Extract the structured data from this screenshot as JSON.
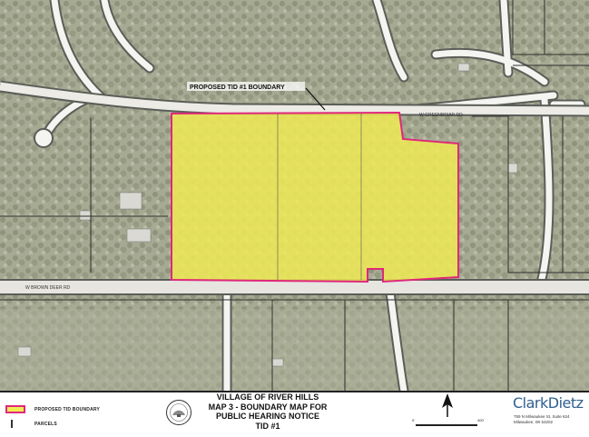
{
  "map": {
    "boundary_callout": "PROPOSED TID #1 BOUNDARY",
    "road_upper": "W GREENBRIAR RD",
    "road_lower": "W BROWN DEER RD",
    "colors": {
      "district_fill": "#f1ec53",
      "district_border": "#e0287a"
    }
  },
  "legend": {
    "items": [
      {
        "label": "PROPOSED TID BOUNDARY",
        "symbol": "pink-outline-yellow-fill-swatch"
      },
      {
        "label": "PARCELS",
        "symbol": "thin-line"
      }
    ]
  },
  "title_block": {
    "lines": [
      "VILLAGE OF RIVER HILLS",
      "MAP 3 - BOUNDARY MAP FOR",
      "PUBLIC HEARING NOTICE",
      "TID #1"
    ]
  },
  "scale": {
    "start": "0'",
    "end": "400'"
  },
  "logo": {
    "name_a": "Clark",
    "name_b": "Dietz",
    "address": [
      "759 N Milwaukee St, Suite 624",
      "Milwaukee, WI 53202"
    ]
  }
}
